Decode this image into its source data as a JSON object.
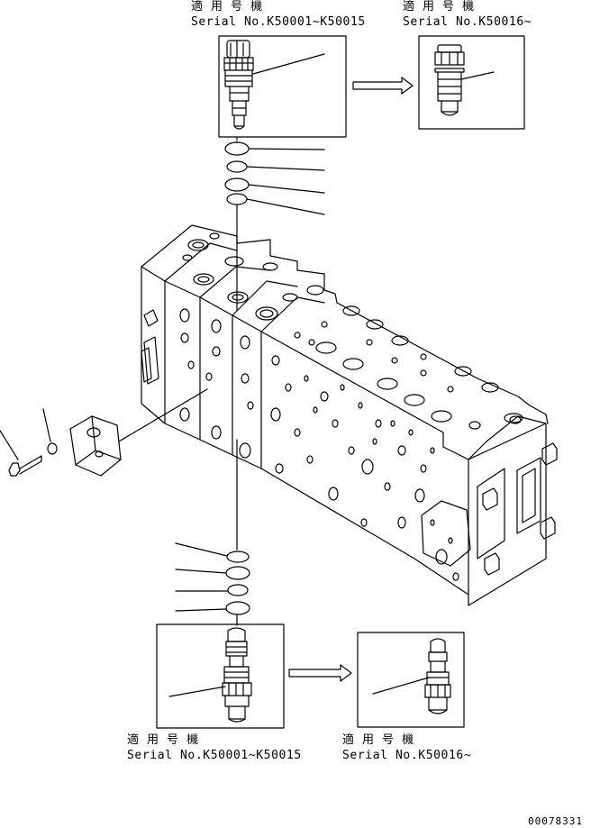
{
  "labels": {
    "top_left": {
      "applicable": "適 用 号 機",
      "serial": "Serial No.K50001~K50015"
    },
    "top_right": {
      "applicable": "適 用 号 機",
      "serial": "Serial No.K50016~"
    },
    "bottom_left": {
      "applicable": "適 用 号 機",
      "serial": "Serial No.K50001~K50015"
    },
    "bottom_right": {
      "applicable": "適 用 号 機",
      "serial": "Serial No.K50016~"
    }
  },
  "drawing_number": "00078331",
  "colors": {
    "line": "#000000",
    "paper": "#ffffff"
  }
}
